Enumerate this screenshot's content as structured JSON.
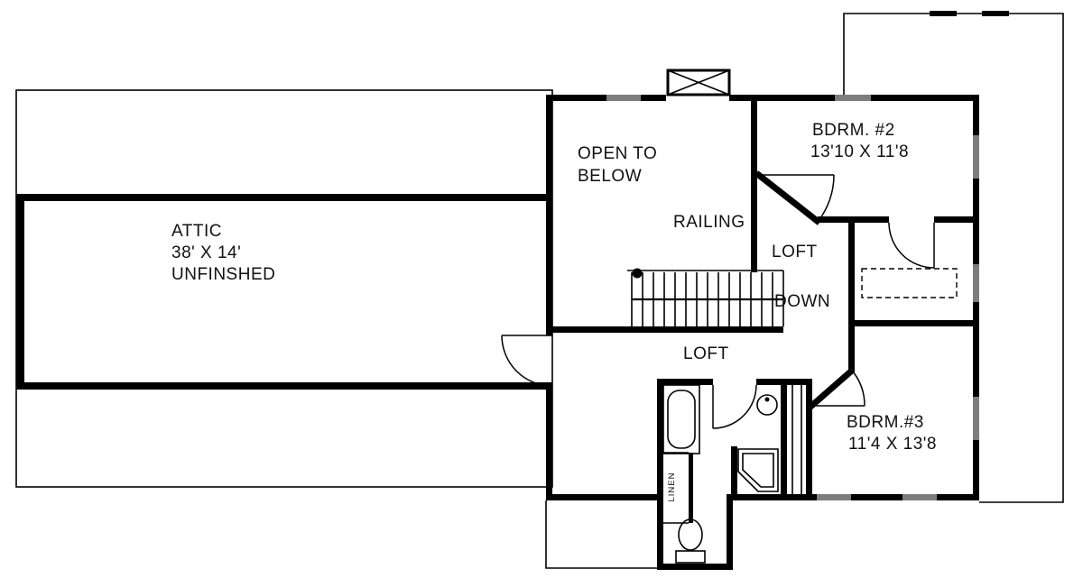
{
  "colors": {
    "wall": "#000000",
    "window": "#7d7d7d",
    "background": "#ffffff",
    "text": "#111111"
  },
  "rooms": {
    "attic": {
      "name": "ATTIC",
      "dims": "38' X 14'",
      "note": "UNFINSHED"
    },
    "open_to_below": {
      "line1": "OPEN TO",
      "line2": "BELOW"
    },
    "bedroom2": {
      "name": "BDRM. #2",
      "dims": "13'10 X 11'8"
    },
    "bedroom3": {
      "name": "BDRM.#3",
      "dims": "11'4 X 13'8"
    },
    "loft_upper": {
      "name": "LOFT"
    },
    "loft_lower": {
      "name": "LOFT"
    },
    "linen_closet": {
      "name": "LINEN"
    }
  },
  "annotations": {
    "railing": "RAILING",
    "stair_direction": "DOWN"
  }
}
